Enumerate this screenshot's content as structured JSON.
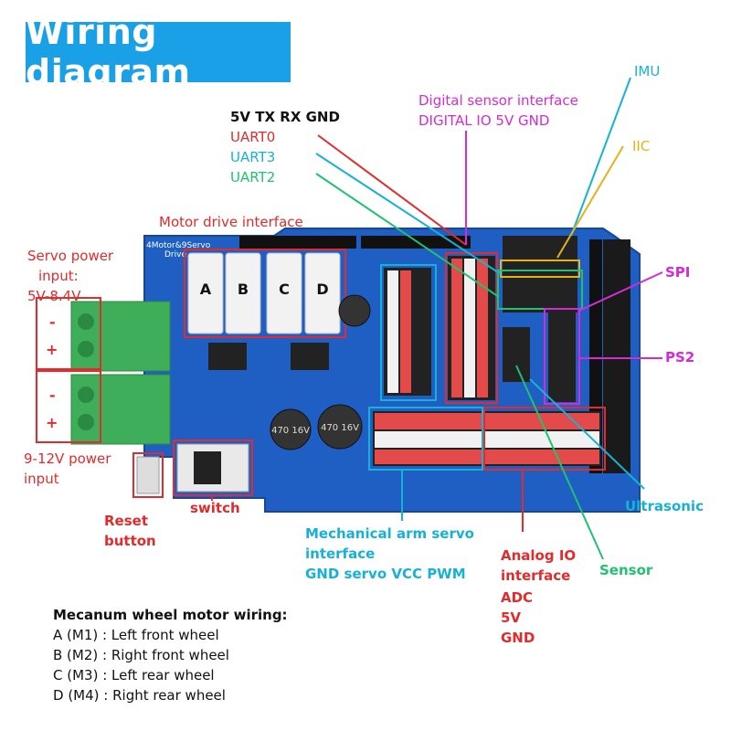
{
  "title": "Wiring diagram",
  "labels": {
    "uart_header": "5V TX RX GND",
    "uart0": "UART0",
    "uart3": "UART3",
    "uart2": "UART2",
    "digital_sensor_l1": "Digital sensor interface",
    "digital_sensor_l2": "DIGITAL IO 5V GND",
    "imu": "IMU",
    "iic": "IIC",
    "spi": "SPI",
    "ps2": "PS2",
    "motor_drive": "Motor drive interface",
    "servo_power_l1": "Servo power",
    "servo_power_l2": "input:",
    "servo_power_l3": "5V-8.4V",
    "power_input_l1": "9-12V power",
    "power_input_l2": "input",
    "reset_l1": "Reset",
    "reset_l2": "button",
    "switch": "switch",
    "arm_servo_l1": "Mechanical arm servo",
    "arm_servo_l2": "interface",
    "arm_servo_l3": "GND servo VCC PWM",
    "analog_l1": "Analog IO",
    "analog_l2": "interface",
    "analog_l3": "ADC",
    "analog_l4": "5V",
    "analog_l5": "GND",
    "sensor": "Sensor",
    "ultrasonic": "Ultrasonic"
  },
  "board": {
    "silk_name_l1": "4Motor&9Servo",
    "silk_name_l2": "Drive",
    "motor_a": "A",
    "motor_b": "B",
    "motor_c": "C",
    "motor_d": "D",
    "cap1": "470\n16V",
    "cap2": "470\n16V"
  },
  "legend": {
    "heading": "Mecanum wheel motor wiring:",
    "rows": [
      "A (M1) : Left front wheel",
      "B (M2) : Right front wheel",
      "C (M3) : Left rear wheel",
      "D (M4) : Right rear wheel"
    ]
  },
  "colors": {
    "title_bg": "#1aa0e6",
    "board": "#1f5fc4",
    "red": "#e42a2a",
    "cyan": "#16b2d6",
    "green": "#1ec271",
    "magenta": "#d62ad6",
    "yellow": "#e5b21a",
    "terminal": "#3fae5a"
  }
}
